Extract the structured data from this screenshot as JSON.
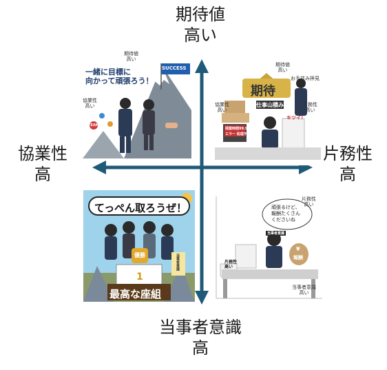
{
  "axes": {
    "top": {
      "line1": "期待値",
      "line2": "高い"
    },
    "bottom": {
      "line1": "当事者意識",
      "line2": "高"
    },
    "left": {
      "line1": "協業性",
      "line2": "高"
    },
    "right": {
      "line1": "片務性",
      "line2": "高"
    }
  },
  "quadrant_tl": {
    "banner": "一緒に目標に\n向かって頑張ろう！",
    "flag": "SUCCESS",
    "label_top": "期待値\n高い",
    "label_left": "協業性\n高い",
    "team": "TEAM"
  },
  "quadrant_tr": {
    "big": "期待",
    "sign": "仕事山積み",
    "person_label": "お手並み拝見",
    "label_top": "期待値\n高い",
    "label_left": "協業性\n高い",
    "label_right": "片務性\n高い",
    "stress": "キツイ！",
    "screen1": "残業時間99.9%",
    "screen2": "エラー 処理不能"
  },
  "quadrant_bl": {
    "banner": "てっぺん取ろうぜ！",
    "trophy": "優勝",
    "rank": "1",
    "plate": "最高な座組",
    "sign_right": "当事者意識"
  },
  "quadrant_br": {
    "label_top": "片務性\n高い",
    "bubble": "頑張るけど、\n報酬たくさん\nくださいね",
    "headband": "当事者意識",
    "pile_label": "片務性\n高い",
    "reward": "報酬",
    "label_bottom": "当事者意識\n高い",
    "yen": "¥"
  },
  "colors": {
    "axis": "#1f5a78"
  }
}
